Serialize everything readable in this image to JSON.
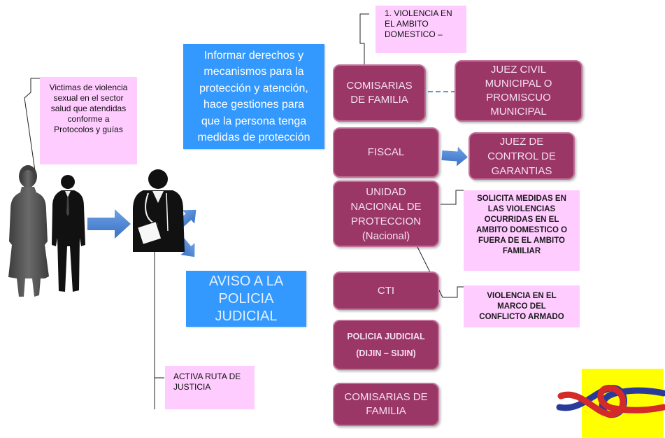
{
  "notes": {
    "victims": "Victimas de violencia\nsexual en el sector\nsalud que atendidas\nconforme a\nProtocolos y guías",
    "domestic": "1. VIOLENCIA EN\nEL AMBITO\nDOMESTICO –",
    "activa_ruta": "ACTIVA RUTA DE\nJUSTICIA",
    "solicita": "SOLICITA MEDIDAS EN\nLAS VIOLENCIAS\nOCURRIDAS EN EL\nAMBITO DOMESTICO O\nFUERA DE EL AMBITO\nFAMILIAR",
    "conflicto": "VIOLENCIA EN EL\nMARCO DEL\nCONFLICTO ARMADO"
  },
  "actions": {
    "informar": "Informar derechos y\nmecanismos para la\nprotección y atención,\nhace gestiones para\nque la persona tenga\nmedidas de protección",
    "aviso": "AVISO A LA\nPOLICIA\nJUDICIAL"
  },
  "entities": {
    "comisarias_1": "COMISARIAS\nDE FAMILIA",
    "fiscal": "FISCAL",
    "unp": "UNIDAD\nNACIONAL DE\nPROTECCION\n(Nacional)",
    "cti": "CTI",
    "policia_judicial": "POLICIA JUDICIAL\n(DIJIN – SIJIN)",
    "comisarias_2": "COMISARIAS DE\nFAMILIA"
  },
  "judges": {
    "juez_civil": "JUEZ CIVIL\nMUNICIPAL O\nPROMISCUO\nMUNICIPAL",
    "juez_garantias": "JUEZ DE\nCONTROL DE\nGARANTIAS"
  },
  "colors": {
    "maroon": "#9b3766",
    "maroon_border": "#c27299",
    "pink": "#ffccff",
    "blue": "#3399ff",
    "arrow": "#4a86d8",
    "logo_bg": "#ffff00"
  },
  "icons": [
    "woman-silhouette-icon",
    "man-silhouette-icon",
    "doctor-silhouette-icon",
    "right-arrow-icon",
    "up-right-arrow-icon",
    "down-right-arrow-icon",
    "logo-icon"
  ]
}
